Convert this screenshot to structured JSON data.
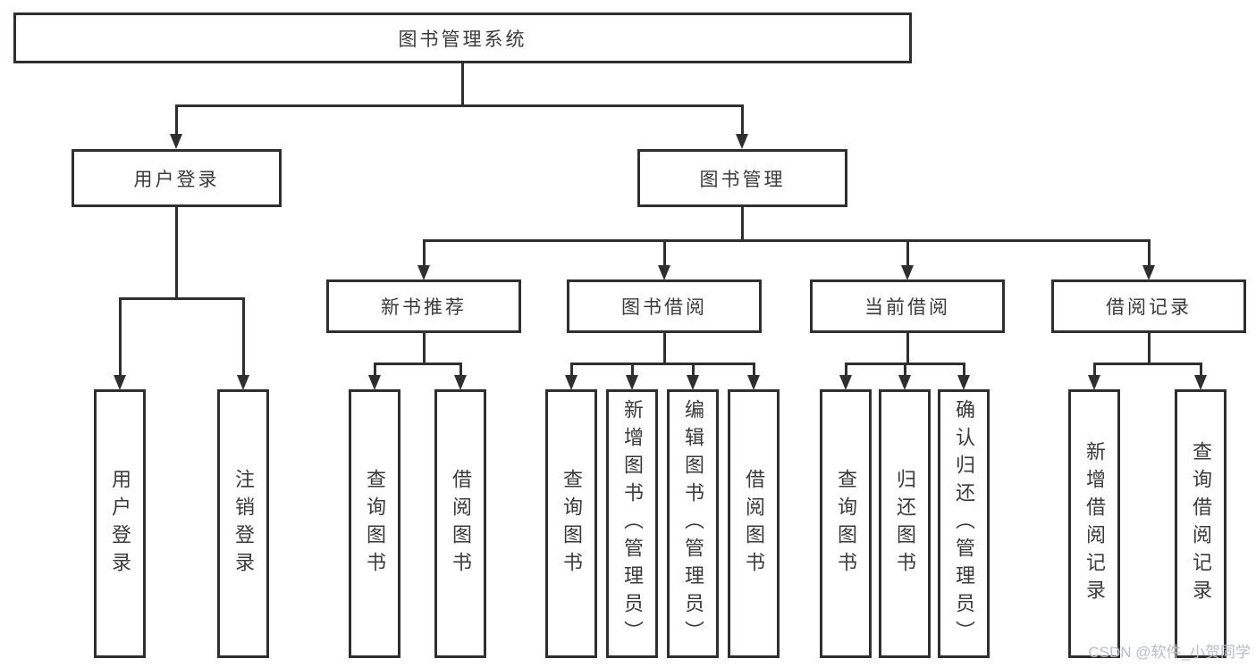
{
  "tree": {
    "label": "图书管理系统",
    "children": [
      {
        "label": "用户登录",
        "children": [
          {
            "label": "用户登录"
          },
          {
            "label": "注销登录"
          }
        ]
      },
      {
        "label": "图书管理",
        "children": [
          {
            "label": "新书推荐",
            "children": [
              {
                "label": "查询图书"
              },
              {
                "label": "借阅图书"
              }
            ]
          },
          {
            "label": "图书借阅",
            "children": [
              {
                "label": "查询图书"
              },
              {
                "label": "新增图书（管理员）"
              },
              {
                "label": "编辑图书（管理员）"
              },
              {
                "label": "借阅图书"
              }
            ]
          },
          {
            "label": "当前借阅",
            "children": [
              {
                "label": "查询图书"
              },
              {
                "label": "归还图书"
              },
              {
                "label": "确认归还（管理员）"
              }
            ]
          },
          {
            "label": "借阅记录",
            "children": [
              {
                "label": "新增借阅记录"
              },
              {
                "label": "查询借阅记录"
              }
            ]
          }
        ]
      }
    ]
  },
  "watermark": {
    "text": "CSDN @软件_小贺同学"
  },
  "colors": {
    "line": "#2f2f2f",
    "text": "#3a3a3a",
    "watermark-color": "#b9bdc6",
    "bg": "#ffffff"
  }
}
